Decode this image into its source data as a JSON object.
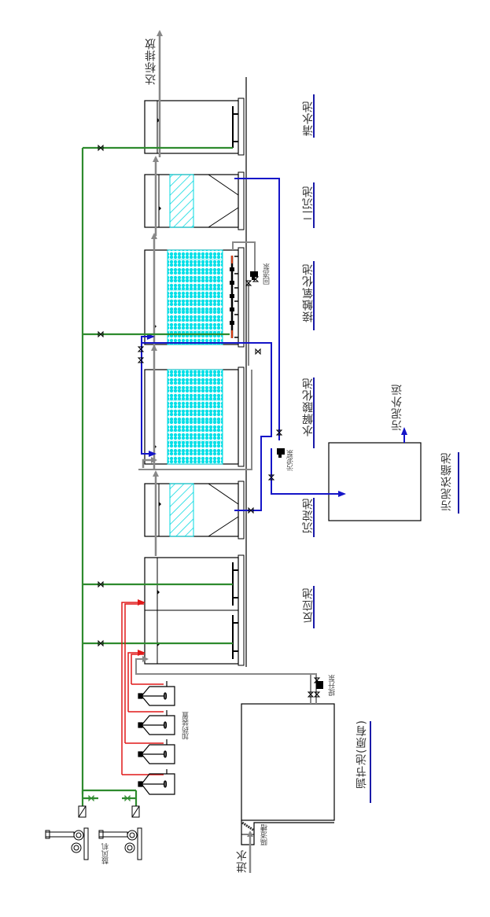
{
  "title": "Wastewater treatment process flow diagram",
  "colors": {
    "air_line": "#2e8b2e",
    "water_line": "#888888",
    "sludge_line": "#1515c8",
    "chemical_line": "#e01818",
    "media_fill": "#00e0e8",
    "outline": "#000000",
    "label_underline": "#1a1aa8"
  },
  "units": [
    {
      "id": "clear-water-tank",
      "label": "清水池"
    },
    {
      "id": "secondary-clarifier",
      "label": "二沉池"
    },
    {
      "id": "contact-oxidation-tank",
      "label": "接触氧化池"
    },
    {
      "id": "hydrolysis-acidification-tank",
      "label": "水解酸化池"
    },
    {
      "id": "sedimentation-tank",
      "label": "沉淀池"
    },
    {
      "id": "reaction-tank",
      "label": "反应池"
    },
    {
      "id": "regulating-tank",
      "label": "调节池(原有)"
    },
    {
      "id": "sludge-thickener",
      "label": "污泥浓缩池"
    }
  ],
  "annotations": {
    "discharge": "达标排放",
    "inlet": "进水",
    "screen_channel": "隔渣槽",
    "lift_pump": "提升泵",
    "return_pump": "回流泵",
    "sludge_pump": "污泥泵",
    "sludge_transport": "污泥外运",
    "dosing_device": "加药装置",
    "blower": "鼓风机"
  }
}
